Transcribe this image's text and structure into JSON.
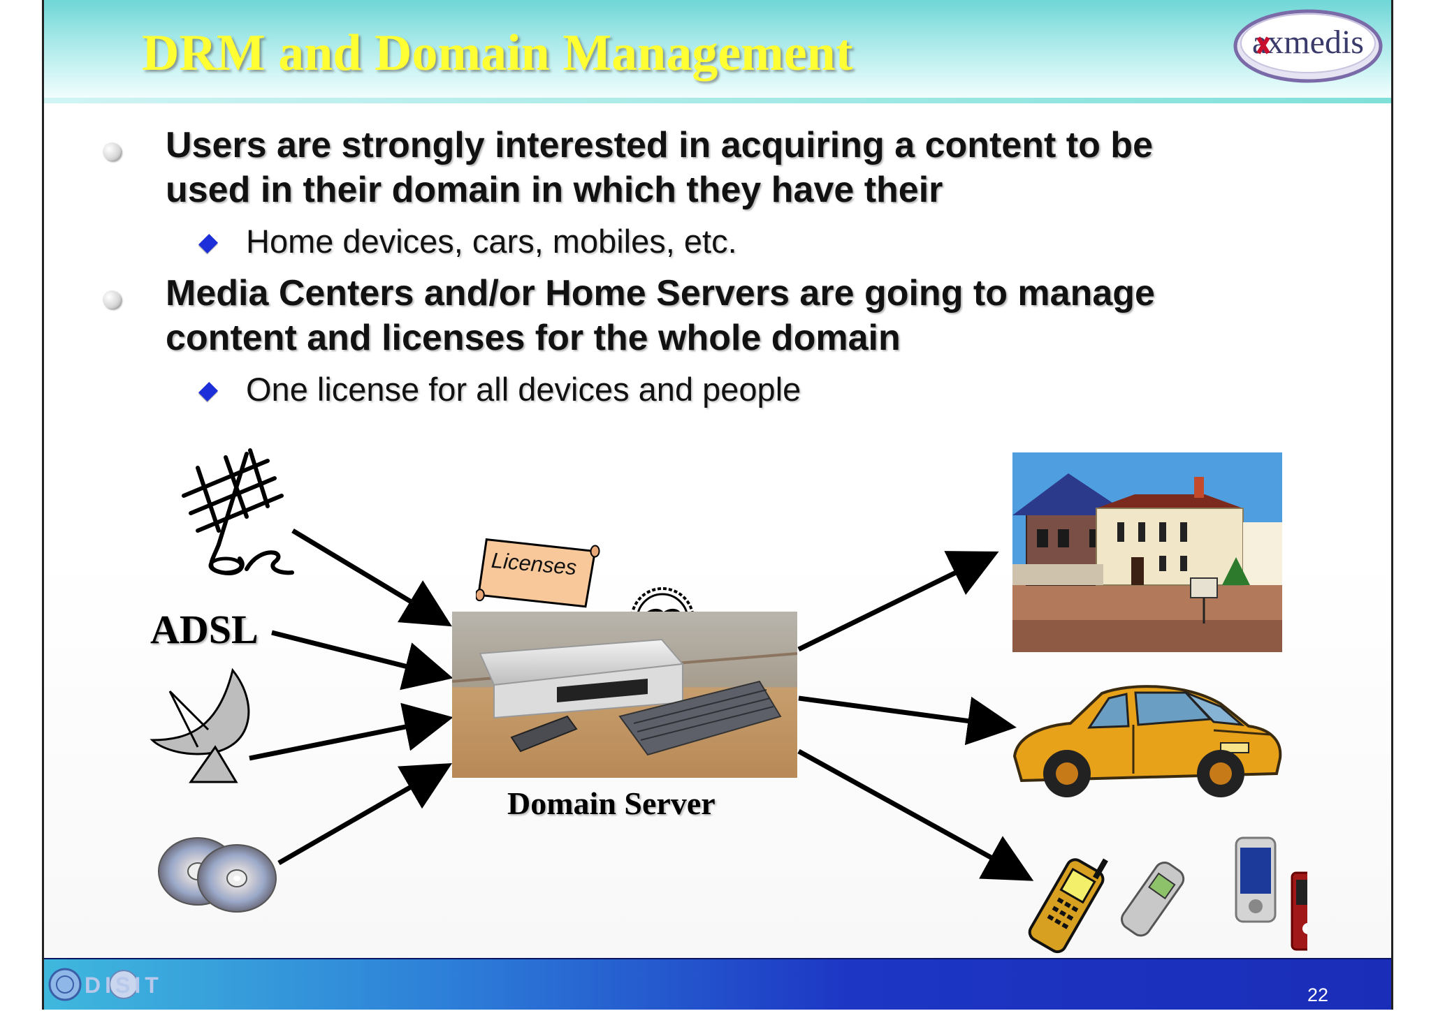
{
  "title": "DRM and Domain Management",
  "logo": {
    "text": "axmedis"
  },
  "bullets": [
    {
      "text_line1": "Users are strongly interested in acquiring a content to be",
      "text_line2": "used in their domain in which they have their",
      "sub": "Home devices, cars, mobiles, etc."
    },
    {
      "text_line1": "Media Centers and/or Home Servers are going to manage",
      "text_line2": "content and licenses for the whole domain",
      "sub": "One license for all devices and people"
    }
  ],
  "diagram": {
    "adsl_label": "ADSL",
    "licenses_label": "Licenses",
    "server_label": "Domain Server"
  },
  "footer": {
    "logo_text": "DISIT",
    "page_number": "22"
  }
}
